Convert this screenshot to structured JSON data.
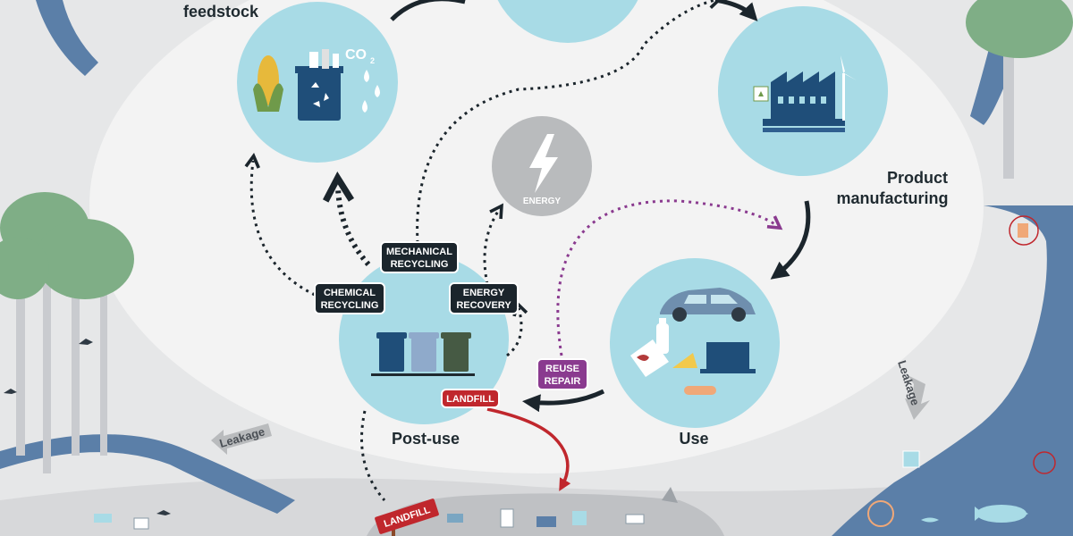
{
  "stages": {
    "feedstock": "feedstock",
    "product_manufacturing": [
      "Product",
      "manufacturing"
    ],
    "use": "Use",
    "post_use": "Post-use"
  },
  "energy": {
    "label": "ENERGY"
  },
  "recycling_tags": {
    "chemical": [
      "CHEMICAL",
      "RECYCLING"
    ],
    "mechanical": [
      "MECHANICAL",
      "RECYCLING"
    ],
    "energy_recovery": [
      "ENERGY",
      "RECOVERY"
    ]
  },
  "reuse_tag": [
    "REUSE",
    "REPAIR"
  ],
  "landfill_tag": "LANDFILL",
  "landfill_sign": "LANDFILL",
  "leakage": {
    "left": "Leakage",
    "right": "Leakage"
  },
  "co2_label": "CO",
  "co2_sub": "2",
  "colors": {
    "background": "#e6e7e8",
    "ellipse": "#f3f3f3",
    "circle": "#a8dbe6",
    "river": "#5b7fa8",
    "tree_green": "#7fae86",
    "tag_dark": "#1b252c",
    "reuse_purple": "#8a3a8f",
    "landfill_red": "#c0272d"
  }
}
